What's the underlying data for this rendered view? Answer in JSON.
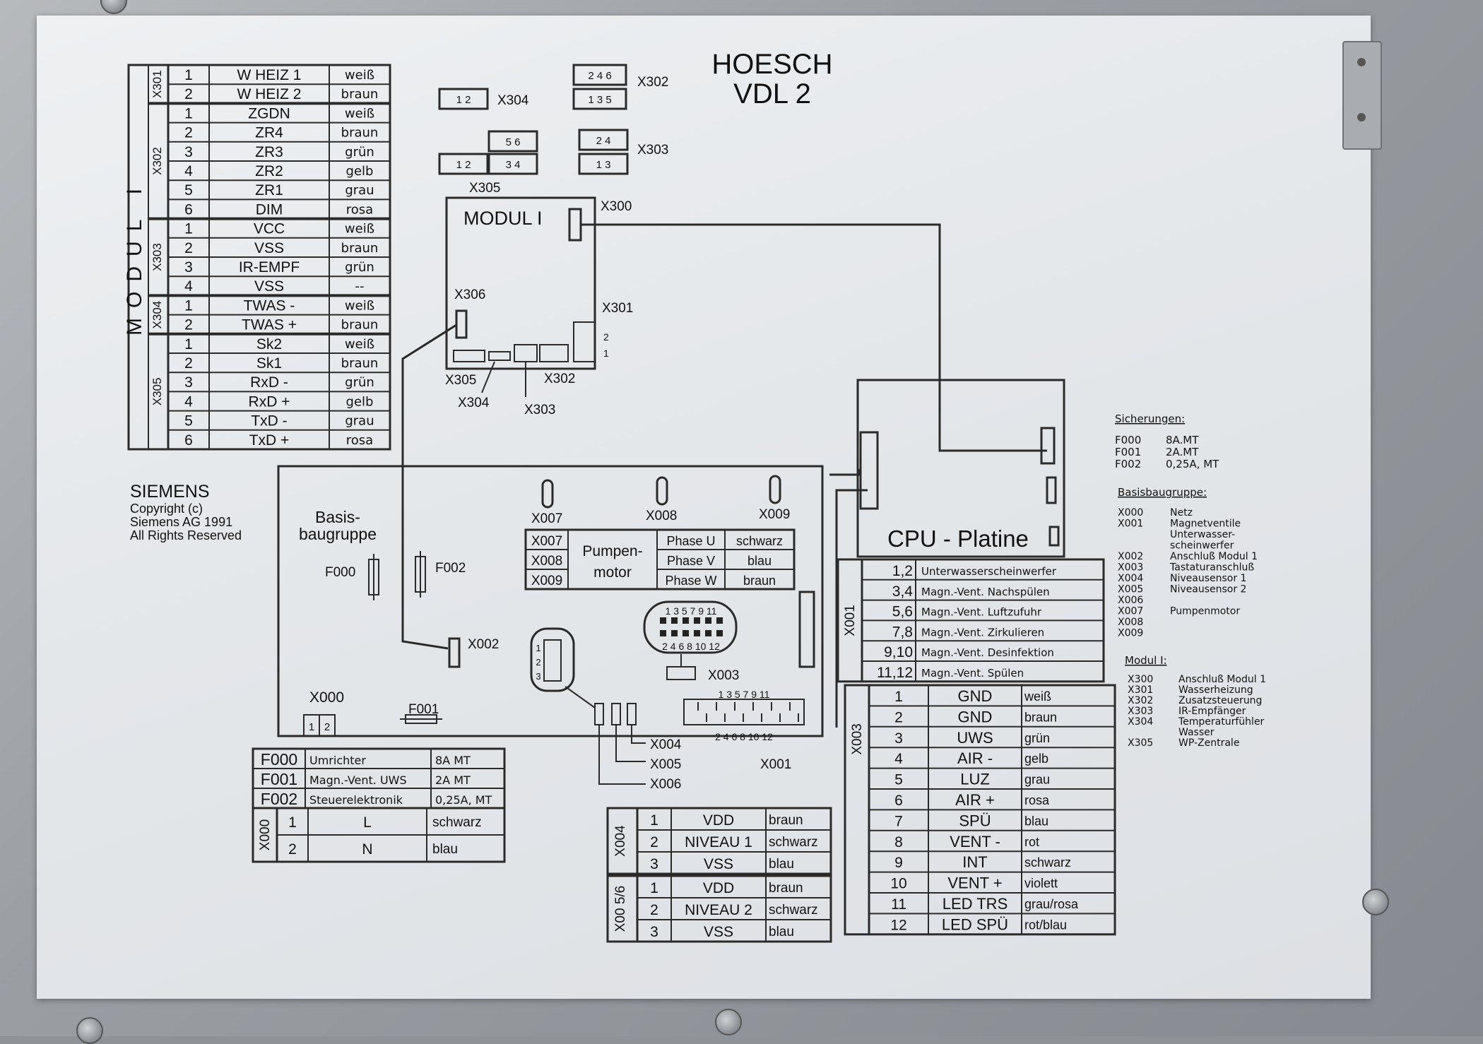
{
  "header": {
    "brand": "HOESCH",
    "model": "VDL 2"
  },
  "copyright": {
    "company": "SIEMENS",
    "line1": "Copyright (c)",
    "line2": "Siemens AG 1991",
    "line3": "All Rights Reserved"
  },
  "modul_table": {
    "side_label": "MODUL I",
    "groups": [
      {
        "name": "X301",
        "rows": [
          {
            "n": "1",
            "sig": "W HEIZ 1",
            "col": "weiß"
          },
          {
            "n": "2",
            "sig": "W HEIZ 2",
            "col": "braun"
          }
        ]
      },
      {
        "name": "X302",
        "rows": [
          {
            "n": "1",
            "sig": "ZGDN",
            "col": "weiß"
          },
          {
            "n": "2",
            "sig": "ZR4",
            "col": "braun"
          },
          {
            "n": "3",
            "sig": "ZR3",
            "col": "grün"
          },
          {
            "n": "4",
            "sig": "ZR2",
            "col": "gelb"
          },
          {
            "n": "5",
            "sig": "ZR1",
            "col": "grau"
          },
          {
            "n": "6",
            "sig": "DIM",
            "col": "rosa"
          }
        ]
      },
      {
        "name": "X303",
        "rows": [
          {
            "n": "1",
            "sig": "VCC",
            "col": "weiß"
          },
          {
            "n": "2",
            "sig": "VSS",
            "col": "braun"
          },
          {
            "n": "3",
            "sig": "IR-EMPF",
            "col": "grün"
          },
          {
            "n": "4",
            "sig": "VSS",
            "col": "--"
          }
        ]
      },
      {
        "name": "X304",
        "rows": [
          {
            "n": "1",
            "sig": "TWAS -",
            "col": "weiß"
          },
          {
            "n": "2",
            "sig": "TWAS +",
            "col": "braun"
          }
        ]
      },
      {
        "name": "X305",
        "rows": [
          {
            "n": "1",
            "sig": "Sk2",
            "col": "weiß"
          },
          {
            "n": "2",
            "sig": "Sk1",
            "col": "braun"
          },
          {
            "n": "3",
            "sig": "RxD -",
            "col": "grün"
          },
          {
            "n": "4",
            "sig": "RxD +",
            "col": "gelb"
          },
          {
            "n": "5",
            "sig": "TxD -",
            "col": "grau"
          },
          {
            "n": "6",
            "sig": "TxD +",
            "col": "rosa"
          }
        ]
      }
    ]
  },
  "connectors_top": {
    "x302": {
      "label": "X302",
      "pins_a": "2 4 6",
      "pins_b": "1 3 5"
    },
    "x304": {
      "label": "X304",
      "pins": "1 2"
    },
    "x303": {
      "label": "X303",
      "pins_a": "2 4",
      "pins_b": "1 3"
    },
    "x305": {
      "label": "X305",
      "pins_a": "5 6",
      "pins_b": "1 2",
      "pins_c": "3 4"
    }
  },
  "modul_board": {
    "title": "MODUL I",
    "x300": "X300",
    "x306": "X306",
    "x301": "X301",
    "pin2": "2",
    "pin1": "1",
    "x305": "X305",
    "x304": "X304",
    "x303": "X303",
    "x302": "X302"
  },
  "basis": {
    "title_line1": "Basis-",
    "title_line2": "baugruppe",
    "f000": "F000",
    "f002": "F002",
    "f001": "F001",
    "x000": "X000",
    "x000_pins": [
      "1",
      "2"
    ],
    "x002": "X002",
    "x003": "X003",
    "x004": "X004",
    "x005": "X005",
    "x006": "X006",
    "x001": "X001",
    "x007": "X007",
    "x008": "X008",
    "x009": "X009",
    "x003_pins_top": "1 3 5 7 9 11",
    "x003_pins_bottom": "2 4 6 8 10 12",
    "x001_pins_top": "1 3 5 7 9 11",
    "x001_pins_bottom": "2 4 6 8 10 12",
    "x004_pins": [
      "1",
      "2",
      "3"
    ]
  },
  "pump_table": {
    "connectors": [
      "X007",
      "X008",
      "X009"
    ],
    "label_line1": "Pumpen-",
    "label_line2": "motor",
    "rows": [
      {
        "phase": "Phase U",
        "col": "schwarz"
      },
      {
        "phase": "Phase V",
        "col": "blau"
      },
      {
        "phase": "Phase W",
        "col": "braun"
      }
    ]
  },
  "cpu": {
    "title": "CPU - Platine"
  },
  "fuse_table": {
    "rows": [
      {
        "id": "F000",
        "desc": "Umrichter",
        "val": "8A MT"
      },
      {
        "id": "F001",
        "desc": "Magn.-Vent. UWS",
        "val": "2A MT"
      },
      {
        "id": "F002",
        "desc": "Steuerelektronik",
        "val": "0,25A, MT"
      }
    ],
    "x000_label": "X000",
    "x000_rows": [
      {
        "n": "1",
        "sig": "L",
        "col": "schwarz"
      },
      {
        "n": "2",
        "sig": "N",
        "col": "blau"
      }
    ]
  },
  "x004_table": {
    "label": "X004",
    "rows": [
      {
        "n": "1",
        "sig": "VDD",
        "col": "braun"
      },
      {
        "n": "2",
        "sig": "NIVEAU 1",
        "col": "schwarz"
      },
      {
        "n": "3",
        "sig": "VSS",
        "col": "blau"
      }
    ]
  },
  "x0056_table": {
    "label": "X00 5/6",
    "rows": [
      {
        "n": "1",
        "sig": "VDD",
        "col": "braun"
      },
      {
        "n": "2",
        "sig": "NIVEAU 2",
        "col": "schwarz"
      },
      {
        "n": "3",
        "sig": "VSS",
        "col": "blau"
      }
    ]
  },
  "x001_table": {
    "label": "X001",
    "rows": [
      {
        "n": "1,2",
        "desc": "Unterwasserscheinwerfer"
      },
      {
        "n": "3,4",
        "desc": "Magn.-Vent. Nachspülen"
      },
      {
        "n": "5,6",
        "desc": "Magn.-Vent. Luftzufuhr"
      },
      {
        "n": "7,8",
        "desc": "Magn.-Vent. Zirkulieren"
      },
      {
        "n": "9,10",
        "desc": "Magn.-Vent. Desinfektion"
      },
      {
        "n": "11,12",
        "desc": "Magn.-Vent. Spülen"
      }
    ]
  },
  "x003_table": {
    "label": "X003",
    "rows": [
      {
        "n": "1",
        "sig": "GND",
        "col": "weiß"
      },
      {
        "n": "2",
        "sig": "GND",
        "col": "braun"
      },
      {
        "n": "3",
        "sig": "UWS",
        "col": "grün"
      },
      {
        "n": "4",
        "sig": "AIR -",
        "col": "gelb"
      },
      {
        "n": "5",
        "sig": "LUZ",
        "col": "grau"
      },
      {
        "n": "6",
        "sig": "AIR +",
        "col": "rosa"
      },
      {
        "n": "7",
        "sig": "SPÜ",
        "col": "blau"
      },
      {
        "n": "8",
        "sig": "VENT -",
        "col": "rot"
      },
      {
        "n": "9",
        "sig": "INT",
        "col": "schwarz"
      },
      {
        "n": "10",
        "sig": "VENT +",
        "col": "violett"
      },
      {
        "n": "11",
        "sig": "LED TRS",
        "col": "grau/rosa"
      },
      {
        "n": "12",
        "sig": "LED SPÜ",
        "col": "rot/blau"
      }
    ]
  },
  "legend": {
    "fuses_title": "Sicherungen:",
    "fuses": [
      {
        "id": "F000",
        "val": "8A.MT"
      },
      {
        "id": "F001",
        "val": "2A.MT"
      },
      {
        "id": "F002",
        "val": "0,25A, MT"
      }
    ],
    "basis_title": "Basisbaugruppe:",
    "basis": [
      {
        "id": "X000",
        "desc": "Netz"
      },
      {
        "id": "X001",
        "desc": "Magnetventile"
      },
      {
        "id": "",
        "desc": "Unterwasser-"
      },
      {
        "id": "",
        "desc": "scheinwerfer"
      },
      {
        "id": "X002",
        "desc": "Anschluß Modul 1"
      },
      {
        "id": "X003",
        "desc": "Tastaturanschluß"
      },
      {
        "id": "X004",
        "desc": "Niveausensor 1"
      },
      {
        "id": "X005",
        "desc": "Niveausensor 2"
      },
      {
        "id": "X006",
        "desc": ""
      },
      {
        "id": "X007",
        "desc": "Pumpenmotor"
      },
      {
        "id": "X008",
        "desc": ""
      },
      {
        "id": "X009",
        "desc": ""
      }
    ],
    "modul_title": "Modul I:",
    "modul": [
      {
        "id": "X300",
        "desc": "Anschluß Modul 1"
      },
      {
        "id": "X301",
        "desc": "Wasserheizung"
      },
      {
        "id": "X302",
        "desc": "Zusatzsteuerung"
      },
      {
        "id": "X303",
        "desc": "IR-Empfänger"
      },
      {
        "id": "X304",
        "desc": "Temperaturfühler"
      },
      {
        "id": "",
        "desc": "Wasser"
      },
      {
        "id": "X305",
        "desc": "WP-Zentrale"
      }
    ]
  }
}
